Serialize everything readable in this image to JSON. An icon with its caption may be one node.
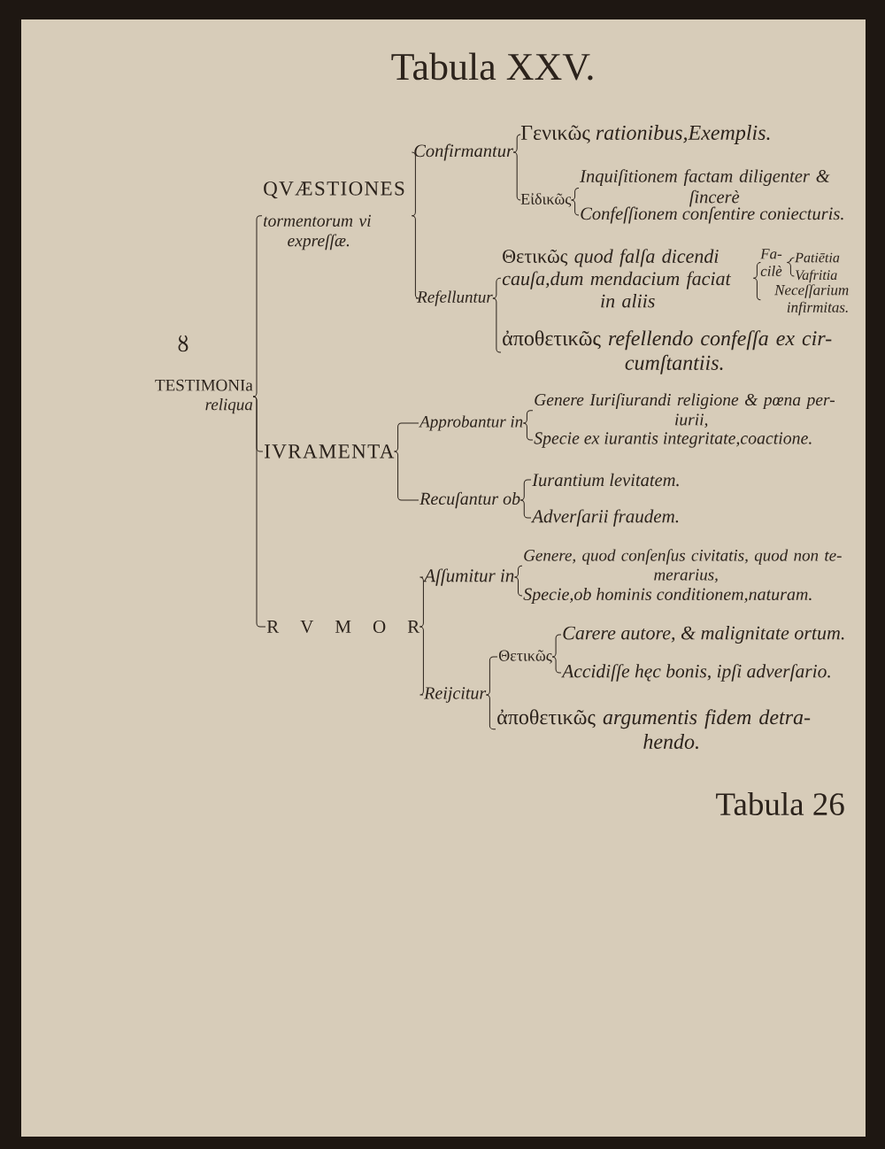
{
  "diagram": {
    "title": "Tabula XXV.",
    "nodes": [
      {
        "text": [
          "TESTIMONIa",
          "reliqua"
        ]
      },
      {
        "text": [
          "QVÆSTIONES",
          "tormentorum vi expreſſæ."
        ]
      },
      {
        "text": [
          "Confirmantur"
        ]
      },
      {
        "text": [
          "Γενικῶς *rationibus,Exemplis.*"
        ]
      },
      {
        "text": [
          "Εἰδικῶς"
        ]
      },
      {
        "text": [
          "Inquiſitionem factam diligenter & ſincerè"
        ]
      },
      {
        "text": [
          "Confeſſionem conſentire coniecturis."
        ]
      },
      {
        "text": [
          "Refelluntur"
        ]
      },
      {
        "text": [
          "Θετικῶς *quod falſa dicendi cauſa,dum mendacium faciat in aliis*"
        ]
      },
      {
        "text": [
          "Fa- cilè"
        ]
      },
      {
        "text": [
          "Patiētia"
        ]
      },
      {
        "text": [
          "Vafritia"
        ]
      },
      {
        "text": [
          "Neceſſarium infirmitas."
        ]
      },
      {
        "text": [
          "ἀποθετικῶς *refellendo confeſſa ex cir- cumſtantiis.*"
        ]
      },
      {
        "text": [
          "IVRAMENTA"
        ]
      },
      {
        "text": [
          "Approbantur in"
        ]
      },
      {
        "text": [
          "Genere Iuriſiurandi religione & pœna per- iurii,"
        ]
      },
      {
        "text": [
          "Specie ex iurantis integritate,coactione."
        ]
      },
      {
        "text": [
          "Recuſantur ob"
        ]
      },
      {
        "text": [
          "Iurantium levitatem."
        ]
      },
      {
        "text": [
          "Adverſarii fraudem."
        ]
      },
      {
        "text": [
          "R V M O R"
        ]
      },
      {
        "text": [
          "Aſſumitur in"
        ]
      },
      {
        "text": [
          "Genere, quod conſenſus civitatis, quod non te- merarius,"
        ]
      },
      {
        "text": [
          "Specie,ob hominis conditionem,naturam."
        ]
      },
      {
        "text": [
          "Reijcitur"
        ]
      },
      {
        "text": [
          "Θετικῶς"
        ]
      },
      {
        "text": [
          "Carere autore, & malignitate ortum."
        ]
      },
      {
        "text": [
          "Accidiſſe hęc bonis, ipſi adverſario."
        ]
      },
      {
        "text": [
          "ἀποθετικῶς *argumentis fidem detra- hendo.*"
        ]
      }
    ],
    "edges": [
      {
        "from": 0,
        "to": 1,
        "arrow": "none"
      },
      {
        "from": 0,
        "to": 14,
        "arrow": "none"
      },
      {
        "from": 0,
        "to": 21,
        "arrow": "none"
      },
      {
        "from": 1,
        "to": 2,
        "arrow": "none"
      },
      {
        "from": 1,
        "to": 7,
        "arrow": "none"
      },
      {
        "from": 2,
        "to": 3,
        "arrow": "none"
      },
      {
        "from": 2,
        "to": 4,
        "arrow": "none"
      },
      {
        "from": 4,
        "to": 5,
        "arrow": "none"
      },
      {
        "from": 4,
        "to": 6,
        "arrow": "none"
      },
      {
        "from": 7,
        "to": 8,
        "arrow": "none"
      },
      {
        "from": 7,
        "to": 13,
        "arrow": "none"
      },
      {
        "from": 8,
        "to": 9,
        "arrow": "none"
      },
      {
        "from": 8,
        "to": 12,
        "arrow": "none"
      },
      {
        "from": 9,
        "to": 10,
        "arrow": "none"
      },
      {
        "from": 9,
        "to": 11,
        "arrow": "none"
      },
      {
        "from": 14,
        "to": 15,
        "arrow": "none"
      },
      {
        "from": 14,
        "to": 18,
        "arrow": "none"
      },
      {
        "from": 15,
        "to": 16,
        "arrow": "none"
      },
      {
        "from": 15,
        "to": 17,
        "arrow": "none"
      },
      {
        "from": 18,
        "to": 19,
        "arrow": "none"
      },
      {
        "from": 18,
        "to": 20,
        "arrow": "none"
      },
      {
        "from": 21,
        "to": 22,
        "arrow": "none"
      },
      {
        "from": 21,
        "to": 25,
        "arrow": "none"
      },
      {
        "from": 22,
        "to": 23,
        "arrow": "none"
      },
      {
        "from": 22,
        "to": 24,
        "arrow": "none"
      },
      {
        "from": 25,
        "to": 26,
        "arrow": "none"
      },
      {
        "from": 25,
        "to": 29,
        "arrow": "none"
      },
      {
        "from": 26,
        "to": 27,
        "arrow": "none"
      },
      {
        "from": 26,
        "to": 28,
        "arrow": "none"
      }
    ],
    "labels": [
      "ȣ",
      "Tabula 26"
    ]
  }
}
